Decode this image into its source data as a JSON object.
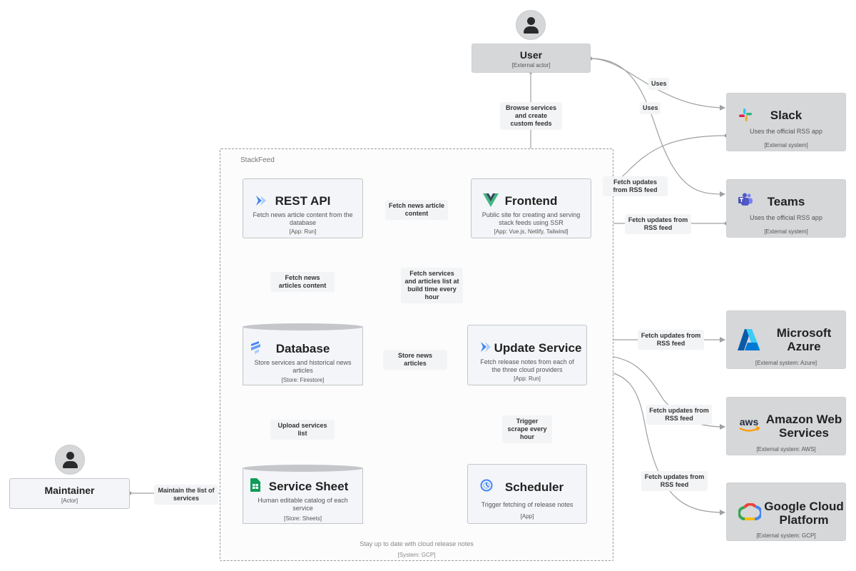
{
  "system": {
    "name": "StackFeed",
    "description": "Stay up to date with cloud release notes",
    "meta": "[System: GCP]"
  },
  "nodes": {
    "user": {
      "title": "User",
      "meta": "[External actor]"
    },
    "maintainer": {
      "title": "Maintainer",
      "meta": "[Actor]"
    },
    "rest_api": {
      "title": "REST API",
      "desc": "Fetch news article content from the database",
      "meta": "[App: Run]"
    },
    "frontend": {
      "title": "Frontend",
      "desc": "Public site for creating and serving stack feeds using SSR",
      "meta": "[App: Vue.js, Netlify, Tailwind]"
    },
    "database": {
      "title": "Database",
      "desc": "Store services and historical news articles",
      "meta": "[Store: Firestore]"
    },
    "update_service": {
      "title": "Update Service",
      "desc": "Fetch release notes from each of the three cloud providers",
      "meta": "[App: Run]"
    },
    "service_sheet": {
      "title": "Service Sheet",
      "desc": "Human editable catalog of each service",
      "meta": "[Store: Sheets]"
    },
    "scheduler": {
      "title": "Scheduler",
      "desc": "Trigger fetching of release notes",
      "meta": "[App]"
    },
    "slack": {
      "title": "Slack",
      "desc": "Uses the official RSS app",
      "meta": "[External system]"
    },
    "teams": {
      "title": "Teams",
      "desc": "Uses the official RSS app",
      "meta": "[External system]"
    },
    "azure": {
      "title": "Microsoft Azure",
      "meta": "[External system: Azure]"
    },
    "aws": {
      "title": "Amazon Web Services",
      "meta": "[External system: AWS]"
    },
    "gcp": {
      "title": "Google Cloud Platform",
      "meta": "[External system: GCP]"
    }
  },
  "edges": [
    {
      "label": "Browse services and create custom feeds"
    },
    {
      "label": "Uses"
    },
    {
      "label": "Uses"
    },
    {
      "label": "Fetch updates from RSS feed"
    },
    {
      "label": "Fetch updates from RSS feed"
    },
    {
      "label": "Fetch news article content"
    },
    {
      "label": "Fetch news articles content"
    },
    {
      "label": "Fetch services and articles list at build time every hour"
    },
    {
      "label": "Store news articles"
    },
    {
      "label": "Upload services list"
    },
    {
      "label": "Trigger scrape every hour"
    },
    {
      "label": "Maintain the list of services"
    },
    {
      "label": "Fetch updates from RSS feed"
    },
    {
      "label": "Fetch updates from RSS feed"
    },
    {
      "label": "Fetch updates from RSS feed"
    }
  ],
  "icons": [
    "user-icon",
    "maintainer-icon",
    "cloud-run-icon",
    "vue-icon",
    "firestore-icon",
    "sheets-icon",
    "scheduler-icon",
    "slack-icon",
    "teams-icon",
    "azure-icon",
    "aws-icon",
    "gcp-icon"
  ],
  "colors": {
    "edge": "#a0a0a0",
    "node_bg": "#f3f5f8",
    "external_bg": "#d6d7d9",
    "vue_green": "#41b883",
    "vue_dark": "#35495e",
    "gcp_blue": "#4285f4",
    "sheets_green": "#0f9d58",
    "teams_purple": "#5059c9",
    "azure_blue": "#0078d4",
    "aws_orange": "#ff9900"
  }
}
